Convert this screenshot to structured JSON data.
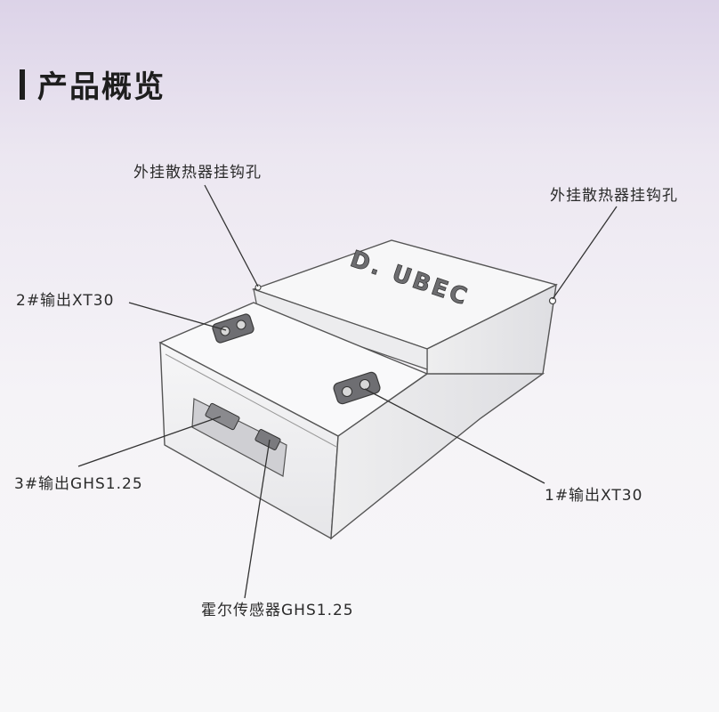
{
  "section": {
    "title": "产品概览"
  },
  "device": {
    "brand_label": "D. UBEC"
  },
  "callouts": {
    "heatsink_hole_left": "外挂散热器挂钩孔",
    "heatsink_hole_right": "外挂散热器挂钩孔",
    "output_2_xt30": "2#输出XT30",
    "output_1_xt30": "1#输出XT30",
    "output_3_ghs": "3#输出GHS1.25",
    "hall_sensor_ghs": "霍尔传感器GHS1.25"
  },
  "colors": {
    "background_top": "#dcd3e8",
    "background_bottom": "#f7f7f8",
    "device_body": "#f4f4f5",
    "outline": "#5a5a5a",
    "connector": "#6a6a6a"
  }
}
